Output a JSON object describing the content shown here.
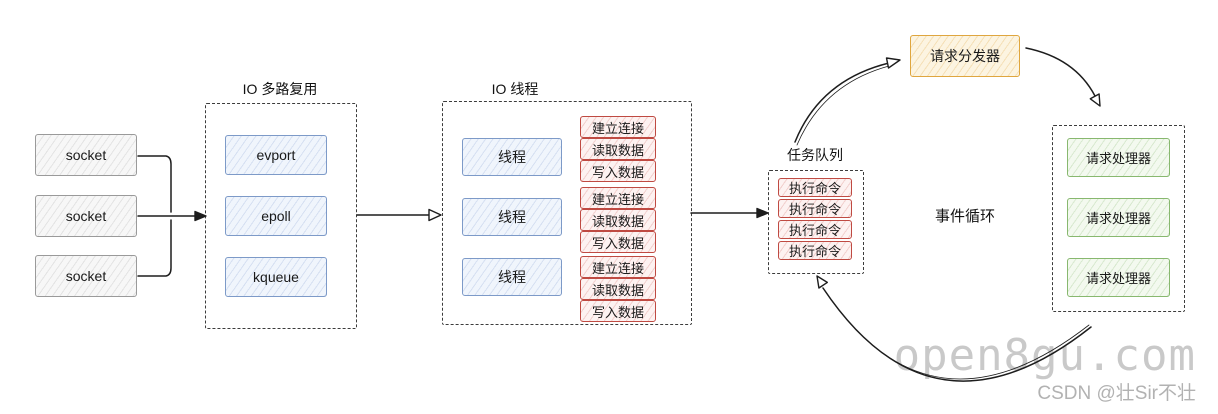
{
  "nodes": {
    "sockets": [
      "socket",
      "socket",
      "socket"
    ],
    "multiplexing": {
      "title": "IO 多路复用",
      "items": [
        "evport",
        "epoll",
        "kqueue"
      ]
    },
    "io_threads": {
      "title": "IO 线程",
      "threads": [
        "线程",
        "线程",
        "线程"
      ],
      "ops": [
        "建立连接",
        "读取数据",
        "写入数据"
      ]
    },
    "task_queue": {
      "title": "任务队列",
      "commands": [
        "执行命令",
        "执行命令",
        "执行命令",
        "执行命令"
      ]
    },
    "dispatcher": {
      "label": "请求分发器"
    },
    "handlers": {
      "labels": [
        "请求处理器",
        "请求处理器",
        "请求处理器"
      ]
    },
    "event_loop": {
      "label": "事件循环"
    }
  },
  "watermark": {
    "line1": "open8gu.com",
    "line2": "CSDN @壮Sir不壮"
  },
  "colors": {
    "blue_border": "#7d9ac8",
    "red_border": "#bf4a42",
    "green_border": "#88b86f",
    "orange_border": "#dfa63f",
    "gray_border": "#9a9a9a",
    "dashed_container": "#3c3c3c",
    "arrow": "#1d1d1d",
    "watermark_large": "#c9c9c9",
    "watermark_small": "#b2b2b2"
  }
}
